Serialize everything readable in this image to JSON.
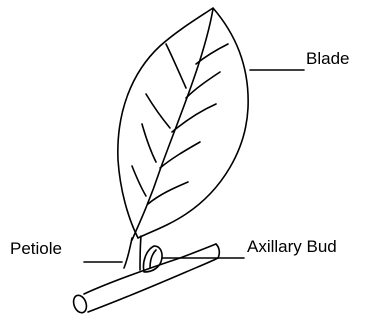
{
  "diagram": {
    "labels": {
      "blade": "Blade",
      "petiole": "Petiole",
      "axillary_bud": "Axillary Bud"
    },
    "colors": {
      "ink": "#000000",
      "background": "#ffffff"
    }
  }
}
